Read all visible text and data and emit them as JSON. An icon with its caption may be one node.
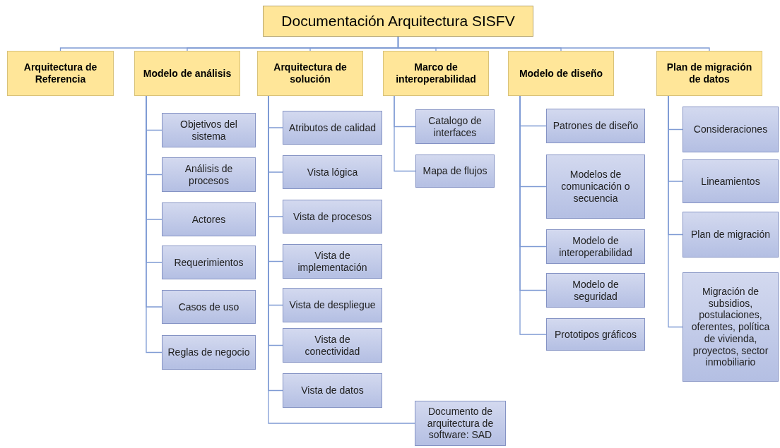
{
  "diagram": {
    "nodes": [
      {
        "text": [
          "Documentación Arquitectura SISFV"
        ]
      },
      {
        "text": [
          "Arquitectura de Referencia"
        ]
      },
      {
        "text": [
          "Modelo de análisis"
        ]
      },
      {
        "text": [
          "Arquitectura de solución"
        ]
      },
      {
        "text": [
          "Marco de interoperabilidad"
        ]
      },
      {
        "text": [
          "Modelo de diseño"
        ]
      },
      {
        "text": [
          "Plan de migración de datos"
        ]
      },
      {
        "text": [
          "Objetivos del sistema"
        ]
      },
      {
        "text": [
          "Análisis de procesos"
        ]
      },
      {
        "text": [
          "Actores"
        ]
      },
      {
        "text": [
          "Requerimientos"
        ]
      },
      {
        "text": [
          "Casos de uso"
        ]
      },
      {
        "text": [
          "Reglas de negocio"
        ]
      },
      {
        "text": [
          "Atributos de calidad"
        ]
      },
      {
        "text": [
          "Vista lógica"
        ]
      },
      {
        "text": [
          "Vista de procesos"
        ]
      },
      {
        "text": [
          "Vista de implementación"
        ]
      },
      {
        "text": [
          "Vista de despliegue"
        ]
      },
      {
        "text": [
          "Vista de conectividad"
        ]
      },
      {
        "text": [
          "Vista de datos"
        ]
      },
      {
        "text": [
          "Documento de arquitectura de software: SAD"
        ]
      },
      {
        "text": [
          "Catalogo de interfaces"
        ]
      },
      {
        "text": [
          "Mapa de flujos"
        ]
      },
      {
        "text": [
          "Patrones de diseño"
        ]
      },
      {
        "text": [
          "Modelos de comunicación o secuencia"
        ]
      },
      {
        "text": [
          "Modelo de interoperabilidad"
        ]
      },
      {
        "text": [
          "Modelo de seguridad"
        ]
      },
      {
        "text": [
          "Prototipos gráficos"
        ]
      },
      {
        "text": [
          "Consideraciones"
        ]
      },
      {
        "text": [
          "Lineamientos"
        ]
      },
      {
        "text": [
          "Plan de migración"
        ]
      },
      {
        "text": [
          "Migración de subsidios, postulaciones, oferentes, política de vivienda, proyectos, sector inmobiliario"
        ]
      }
    ],
    "edges": [
      {
        "from": 0,
        "to": 1,
        "arrow": "none"
      },
      {
        "from": 0,
        "to": 2,
        "arrow": "none"
      },
      {
        "from": 0,
        "to": 3,
        "arrow": "none"
      },
      {
        "from": 0,
        "to": 4,
        "arrow": "none"
      },
      {
        "from": 0,
        "to": 5,
        "arrow": "none"
      },
      {
        "from": 0,
        "to": 6,
        "arrow": "none"
      },
      {
        "from": 2,
        "to": 7,
        "arrow": "none"
      },
      {
        "from": 2,
        "to": 8,
        "arrow": "none"
      },
      {
        "from": 2,
        "to": 9,
        "arrow": "none"
      },
      {
        "from": 2,
        "to": 10,
        "arrow": "none"
      },
      {
        "from": 2,
        "to": 11,
        "arrow": "none"
      },
      {
        "from": 2,
        "to": 12,
        "arrow": "none"
      },
      {
        "from": 3,
        "to": 13,
        "arrow": "none"
      },
      {
        "from": 3,
        "to": 14,
        "arrow": "none"
      },
      {
        "from": 3,
        "to": 15,
        "arrow": "none"
      },
      {
        "from": 3,
        "to": 16,
        "arrow": "none"
      },
      {
        "from": 3,
        "to": 17,
        "arrow": "none"
      },
      {
        "from": 3,
        "to": 18,
        "arrow": "none"
      },
      {
        "from": 3,
        "to": 19,
        "arrow": "none"
      },
      {
        "from": 3,
        "to": 20,
        "arrow": "none"
      },
      {
        "from": 4,
        "to": 21,
        "arrow": "none"
      },
      {
        "from": 4,
        "to": 22,
        "arrow": "none"
      },
      {
        "from": 5,
        "to": 23,
        "arrow": "none"
      },
      {
        "from": 5,
        "to": 24,
        "arrow": "none"
      },
      {
        "from": 5,
        "to": 25,
        "arrow": "none"
      },
      {
        "from": 5,
        "to": 26,
        "arrow": "none"
      },
      {
        "from": 5,
        "to": 27,
        "arrow": "none"
      },
      {
        "from": 6,
        "to": 28,
        "arrow": "none"
      },
      {
        "from": 6,
        "to": 29,
        "arrow": "none"
      },
      {
        "from": 6,
        "to": 30,
        "arrow": "none"
      },
      {
        "from": 6,
        "to": 31,
        "arrow": "none"
      }
    ]
  }
}
